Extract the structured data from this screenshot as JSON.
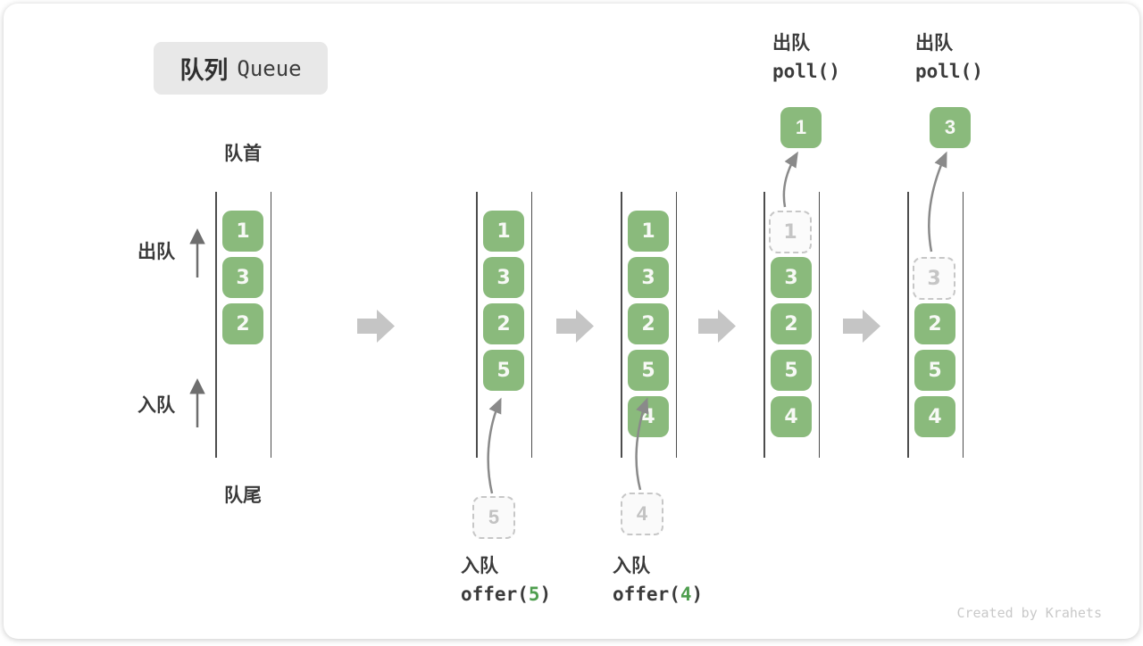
{
  "title": {
    "zh": "队列",
    "en": "Queue"
  },
  "side_labels": {
    "front": "队首",
    "rear": "队尾",
    "dequeue": "出队",
    "enqueue": "入队"
  },
  "queues": [
    {
      "cells": [
        {
          "row": 0,
          "value": "1",
          "style": "filled"
        },
        {
          "row": 1,
          "value": "3",
          "style": "filled"
        },
        {
          "row": 2,
          "value": "2",
          "style": "filled"
        }
      ]
    },
    {
      "cells": [
        {
          "row": 0,
          "value": "1",
          "style": "filled"
        },
        {
          "row": 1,
          "value": "3",
          "style": "filled"
        },
        {
          "row": 2,
          "value": "2",
          "style": "filled"
        },
        {
          "row": 3,
          "value": "5",
          "style": "filled"
        }
      ],
      "incoming": "5"
    },
    {
      "cells": [
        {
          "row": 0,
          "value": "1",
          "style": "filled"
        },
        {
          "row": 1,
          "value": "3",
          "style": "filled"
        },
        {
          "row": 2,
          "value": "2",
          "style": "filled"
        },
        {
          "row": 3,
          "value": "5",
          "style": "filled"
        },
        {
          "row": 4,
          "value": "4",
          "style": "filled"
        }
      ],
      "incoming": "4"
    },
    {
      "cells": [
        {
          "row": 0,
          "value": "1",
          "style": "ghost"
        },
        {
          "row": 1,
          "value": "3",
          "style": "filled"
        },
        {
          "row": 2,
          "value": "2",
          "style": "filled"
        },
        {
          "row": 3,
          "value": "5",
          "style": "filled"
        },
        {
          "row": 4,
          "value": "4",
          "style": "filled"
        }
      ],
      "outgoing": "1"
    },
    {
      "cells": [
        {
          "row": 1,
          "value": "3",
          "style": "ghost"
        },
        {
          "row": 2,
          "value": "2",
          "style": "filled"
        },
        {
          "row": 3,
          "value": "5",
          "style": "filled"
        },
        {
          "row": 4,
          "value": "4",
          "style": "filled"
        }
      ],
      "outgoing": "3"
    }
  ],
  "annotations": {
    "enqueue5": {
      "label": "入队",
      "fn_open": "offer(",
      "arg": "5",
      "fn_close": ")"
    },
    "enqueue4": {
      "label": "入队",
      "fn_open": "offer(",
      "arg": "4",
      "fn_close": ")"
    },
    "dequeue1": {
      "label": "出队",
      "fn": "poll()"
    },
    "dequeue2": {
      "label": "出队",
      "fn": "poll()"
    }
  },
  "watermark": "Created by Krahets",
  "colors": {
    "cell_green": "#8aba7c",
    "arg_green": "#4f9e4f",
    "wall_gray": "#4d4d4d",
    "block_arrow_gray": "#c5c5c5",
    "curve_arrow_gray": "#8a8a8a",
    "ghost_gray": "#c7c7c7",
    "text_dark": "#3b3b3b",
    "badge_bg": "#e8e8e8"
  }
}
